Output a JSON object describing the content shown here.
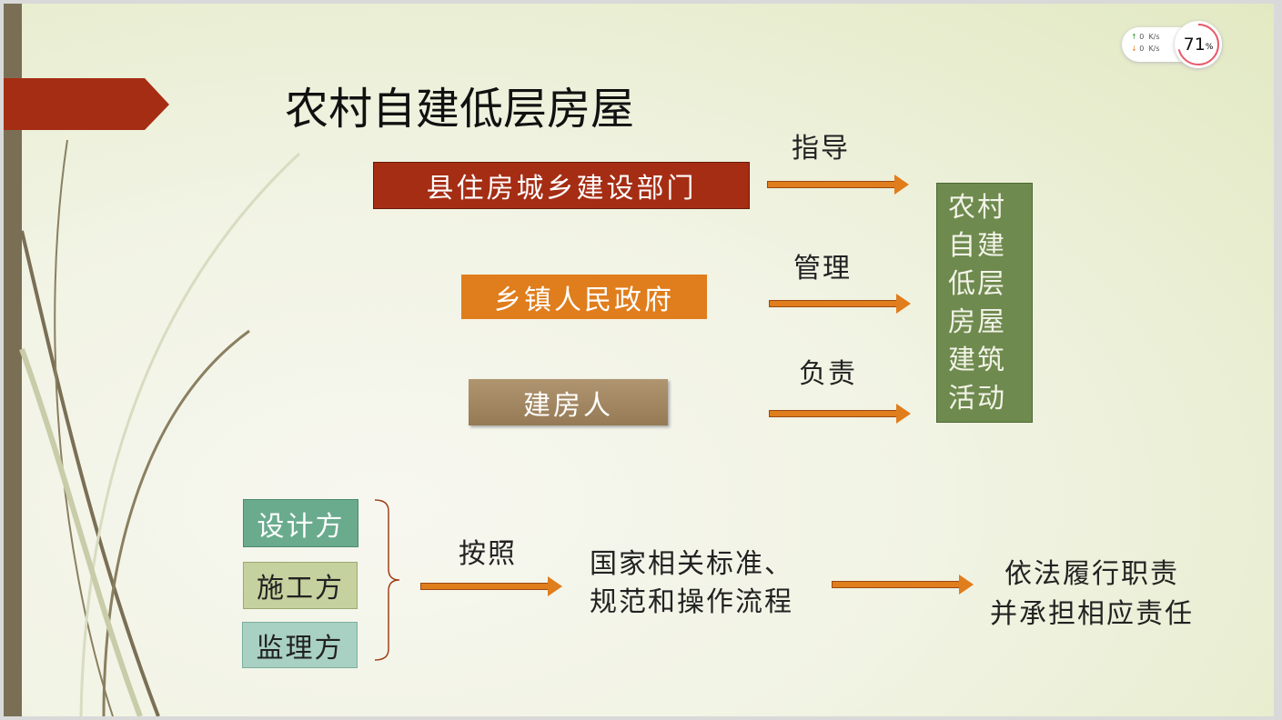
{
  "title": "农村自建低层房屋",
  "orgs": [
    {
      "label": "县住房城乡建设部门",
      "relation": "指导"
    },
    {
      "label": "乡镇人民政府",
      "relation": "管理"
    },
    {
      "label": "建房人",
      "relation": "负责"
    }
  ],
  "target_lines": [
    "农村",
    "自建",
    "低层",
    "房屋",
    "建筑",
    "活动"
  ],
  "parties": [
    "设计方",
    "施工方",
    "监理方"
  ],
  "according": "按照",
  "standards_lines": [
    "国家相关标准、",
    "规范和操作流程"
  ],
  "result_lines": [
    "依法履行职责",
    "并承担相应责任"
  ],
  "widget": {
    "up": "0",
    "down": "0",
    "unit": "K/s",
    "percent": "71",
    "percent_sign": "%",
    "percent_value": 71
  },
  "colors": {
    "red": "#a52d14",
    "orange": "#e07d1c",
    "brown": "#a08660",
    "green": "#6e8a4e"
  }
}
